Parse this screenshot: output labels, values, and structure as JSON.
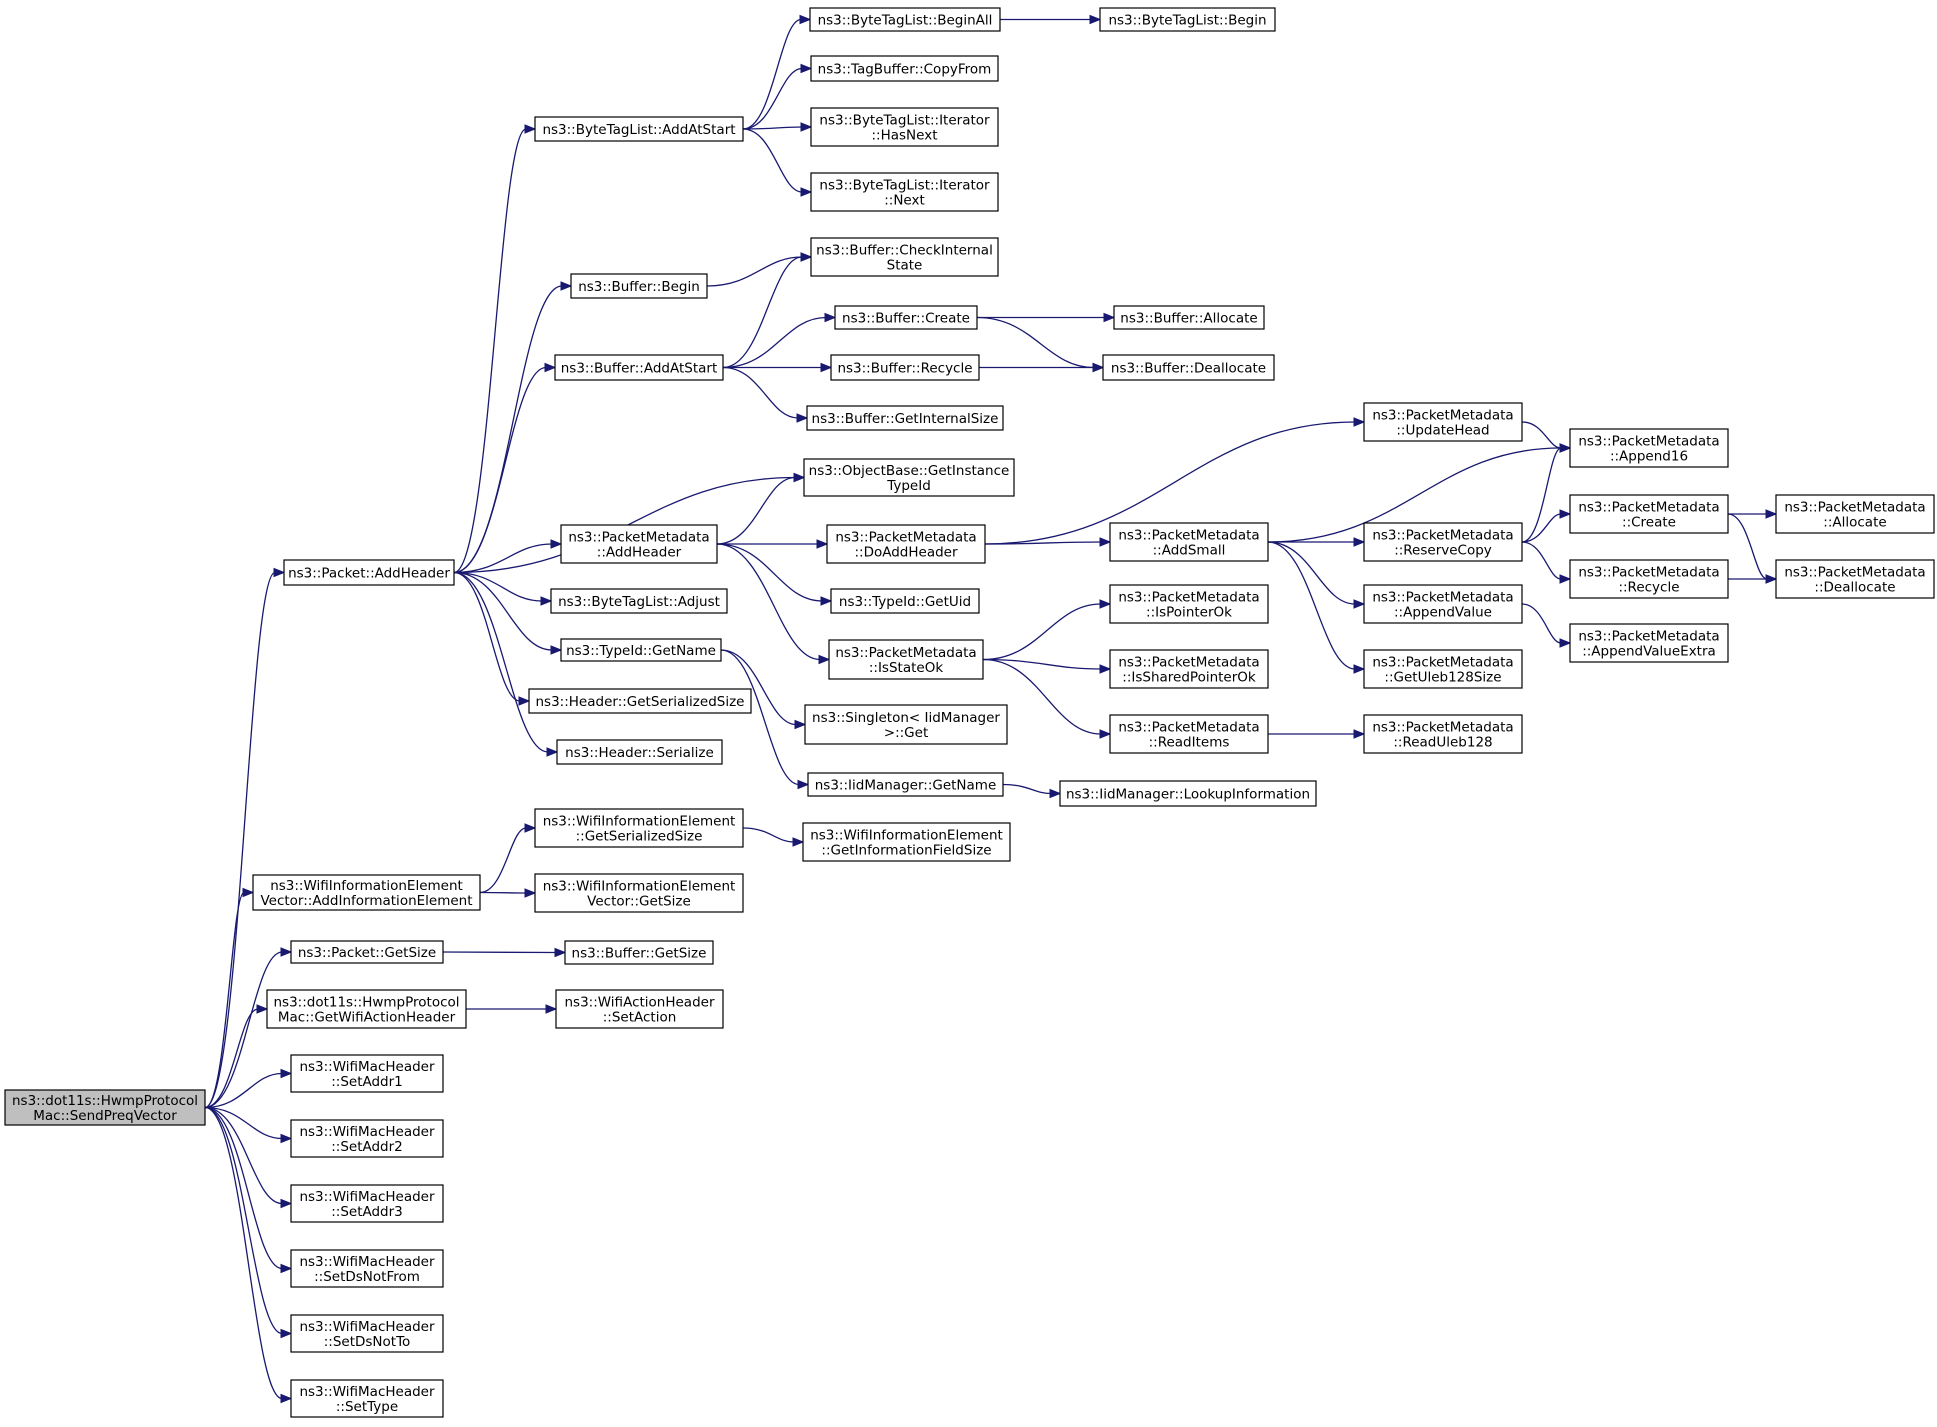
{
  "colors": {
    "edge": "#191970",
    "root_fill": "#bfbfbf",
    "node_fill": "#ffffff",
    "border": "#000000"
  },
  "nodes": [
    {
      "id": "root",
      "lines": [
        "ns3::dot11s::HwmpProtocol",
        "Mac::SendPreqVector"
      ],
      "root": true
    },
    {
      "id": "addheader",
      "lines": [
        "ns3::Packet::AddHeader"
      ]
    },
    {
      "id": "addie",
      "lines": [
        "ns3::WifiInformationElement",
        "Vector::AddInformationElement"
      ]
    },
    {
      "id": "pktgetsize",
      "lines": [
        "ns3::Packet::GetSize"
      ]
    },
    {
      "id": "getwifiaction",
      "lines": [
        "ns3::dot11s::HwmpProtocol",
        "Mac::GetWifiActionHeader"
      ]
    },
    {
      "id": "addr1",
      "lines": [
        "ns3::WifiMacHeader",
        "::SetAddr1"
      ]
    },
    {
      "id": "addr2",
      "lines": [
        "ns3::WifiMacHeader",
        "::SetAddr2"
      ]
    },
    {
      "id": "addr3",
      "lines": [
        "ns3::WifiMacHeader",
        "::SetAddr3"
      ]
    },
    {
      "id": "dsnotfrom",
      "lines": [
        "ns3::WifiMacHeader",
        "::SetDsNotFrom"
      ]
    },
    {
      "id": "dsnotto",
      "lines": [
        "ns3::WifiMacHeader",
        "::SetDsNotTo"
      ]
    },
    {
      "id": "settype",
      "lines": [
        "ns3::WifiMacHeader",
        "::SetType"
      ]
    },
    {
      "id": "btl_addatstart",
      "lines": [
        "ns3::ByteTagList::AddAtStart"
      ]
    },
    {
      "id": "buf_begin",
      "lines": [
        "ns3::Buffer::Begin"
      ]
    },
    {
      "id": "buf_addatstart",
      "lines": [
        "ns3::Buffer::AddAtStart"
      ]
    },
    {
      "id": "pm_addheader",
      "lines": [
        "ns3::PacketMetadata",
        "::AddHeader"
      ]
    },
    {
      "id": "btl_adjust",
      "lines": [
        "ns3::ByteTagList::Adjust"
      ]
    },
    {
      "id": "typeid_getname",
      "lines": [
        "ns3::TypeId::GetName"
      ]
    },
    {
      "id": "hdr_getsersize",
      "lines": [
        "ns3::Header::GetSerializedSize"
      ]
    },
    {
      "id": "hdr_serialize",
      "lines": [
        "ns3::Header::Serialize"
      ]
    },
    {
      "id": "wie_getsersize",
      "lines": [
        "ns3::WifiInformationElement",
        "::GetSerializedSize"
      ]
    },
    {
      "id": "wiev_getsize",
      "lines": [
        "ns3::WifiInformationElement",
        "Vector::GetSize"
      ]
    },
    {
      "id": "buf_getsize",
      "lines": [
        "ns3::Buffer::GetSize"
      ]
    },
    {
      "id": "wah_setaction",
      "lines": [
        "ns3::WifiActionHeader",
        "::SetAction"
      ]
    },
    {
      "id": "btl_beginall",
      "lines": [
        "ns3::ByteTagList::BeginAll"
      ]
    },
    {
      "id": "tagbuf_copyfrom",
      "lines": [
        "ns3::TagBuffer::CopyFrom"
      ]
    },
    {
      "id": "btl_it_hasnext",
      "lines": [
        "ns3::ByteTagList::Iterator",
        "::HasNext"
      ]
    },
    {
      "id": "btl_it_next",
      "lines": [
        "ns3::ByteTagList::Iterator",
        "::Next"
      ]
    },
    {
      "id": "buf_checkinternal",
      "lines": [
        "ns3::Buffer::CheckInternal",
        "State"
      ]
    },
    {
      "id": "buf_create",
      "lines": [
        "ns3::Buffer::Create"
      ]
    },
    {
      "id": "buf_recycle",
      "lines": [
        "ns3::Buffer::Recycle"
      ]
    },
    {
      "id": "buf_getinternalsize",
      "lines": [
        "ns3::Buffer::GetInternalSize"
      ]
    },
    {
      "id": "ob_getinstancetypeid",
      "lines": [
        "ns3::ObjectBase::GetInstance",
        "TypeId"
      ]
    },
    {
      "id": "pm_doaddheader",
      "lines": [
        "ns3::PacketMetadata",
        "::DoAddHeader"
      ]
    },
    {
      "id": "typeid_getuid",
      "lines": [
        "ns3::TypeId::GetUid"
      ]
    },
    {
      "id": "pm_isstateok",
      "lines": [
        "ns3::PacketMetadata",
        "::IsStateOk"
      ]
    },
    {
      "id": "singleton_get",
      "lines": [
        "ns3::Singleton< IidManager",
        " >::Get"
      ]
    },
    {
      "id": "iid_getname",
      "lines": [
        "ns3::IidManager::GetName"
      ]
    },
    {
      "id": "wie_getinfofieldsize",
      "lines": [
        "ns3::WifiInformationElement",
        "::GetInformationFieldSize"
      ]
    },
    {
      "id": "btl_begin",
      "lines": [
        "ns3::ByteTagList::Begin"
      ]
    },
    {
      "id": "buf_allocate",
      "lines": [
        "ns3::Buffer::Allocate"
      ]
    },
    {
      "id": "buf_deallocate",
      "lines": [
        "ns3::Buffer::Deallocate"
      ]
    },
    {
      "id": "pm_updatehead",
      "lines": [
        "ns3::PacketMetadata",
        "::UpdateHead"
      ]
    },
    {
      "id": "pm_addsmall",
      "lines": [
        "ns3::PacketMetadata",
        "::AddSmall"
      ]
    },
    {
      "id": "pm_ispointerok",
      "lines": [
        "ns3::PacketMetadata",
        "::IsPointerOk"
      ]
    },
    {
      "id": "pm_issharedpointerok",
      "lines": [
        "ns3::PacketMetadata",
        "::IsSharedPointerOk"
      ]
    },
    {
      "id": "pm_readitems",
      "lines": [
        "ns3::PacketMetadata",
        "::ReadItems"
      ]
    },
    {
      "id": "iid_lookupinfo",
      "lines": [
        "ns3::IidManager::LookupInformation"
      ]
    },
    {
      "id": "pm_reservecopy",
      "lines": [
        "ns3::PacketMetadata",
        "::ReserveCopy"
      ]
    },
    {
      "id": "pm_appendvalue",
      "lines": [
        "ns3::PacketMetadata",
        "::AppendValue"
      ]
    },
    {
      "id": "pm_getuleb128size",
      "lines": [
        "ns3::PacketMetadata",
        "::GetUleb128Size"
      ]
    },
    {
      "id": "pm_readuleb128",
      "lines": [
        "ns3::PacketMetadata",
        "::ReadUleb128"
      ]
    },
    {
      "id": "pm_append16",
      "lines": [
        "ns3::PacketMetadata",
        "::Append16"
      ]
    },
    {
      "id": "pm_create",
      "lines": [
        "ns3::PacketMetadata",
        "::Create"
      ]
    },
    {
      "id": "pm_recycle",
      "lines": [
        "ns3::PacketMetadata",
        "::Recycle"
      ]
    },
    {
      "id": "pm_appendvalueextra",
      "lines": [
        "ns3::PacketMetadata",
        "::AppendValueExtra"
      ]
    },
    {
      "id": "pm_allocate",
      "lines": [
        "ns3::PacketMetadata",
        "::Allocate"
      ]
    },
    {
      "id": "pm_deallocate",
      "lines": [
        "ns3::PacketMetadata",
        "::Deallocate"
      ]
    }
  ],
  "edges": [
    [
      "root",
      "addheader"
    ],
    [
      "root",
      "addie"
    ],
    [
      "root",
      "pktgetsize"
    ],
    [
      "root",
      "getwifiaction"
    ],
    [
      "root",
      "addr1"
    ],
    [
      "root",
      "addr2"
    ],
    [
      "root",
      "addr3"
    ],
    [
      "root",
      "dsnotfrom"
    ],
    [
      "root",
      "dsnotto"
    ],
    [
      "root",
      "settype"
    ],
    [
      "addheader",
      "btl_addatstart"
    ],
    [
      "addheader",
      "buf_begin"
    ],
    [
      "addheader",
      "buf_addatstart"
    ],
    [
      "addheader",
      "ob_getinstancetypeid"
    ],
    [
      "addheader",
      "pm_addheader"
    ],
    [
      "addheader",
      "btl_adjust"
    ],
    [
      "addheader",
      "typeid_getname"
    ],
    [
      "addheader",
      "hdr_getsersize"
    ],
    [
      "addheader",
      "hdr_serialize"
    ],
    [
      "addie",
      "wie_getsersize"
    ],
    [
      "addie",
      "wiev_getsize"
    ],
    [
      "pktgetsize",
      "buf_getsize"
    ],
    [
      "getwifiaction",
      "wah_setaction"
    ],
    [
      "btl_addatstart",
      "btl_beginall"
    ],
    [
      "btl_addatstart",
      "tagbuf_copyfrom"
    ],
    [
      "btl_addatstart",
      "btl_it_hasnext"
    ],
    [
      "btl_addatstart",
      "btl_it_next"
    ],
    [
      "btl_beginall",
      "btl_begin"
    ],
    [
      "buf_begin",
      "buf_checkinternal"
    ],
    [
      "buf_addatstart",
      "buf_checkinternal"
    ],
    [
      "buf_addatstart",
      "buf_create"
    ],
    [
      "buf_addatstart",
      "buf_recycle"
    ],
    [
      "buf_addatstart",
      "buf_getinternalsize"
    ],
    [
      "buf_create",
      "buf_allocate"
    ],
    [
      "buf_create",
      "buf_deallocate"
    ],
    [
      "buf_recycle",
      "buf_deallocate"
    ],
    [
      "pm_addheader",
      "ob_getinstancetypeid"
    ],
    [
      "pm_addheader",
      "pm_doaddheader"
    ],
    [
      "pm_addheader",
      "typeid_getuid"
    ],
    [
      "pm_addheader",
      "pm_isstateok"
    ],
    [
      "typeid_getname",
      "singleton_get"
    ],
    [
      "typeid_getname",
      "iid_getname"
    ],
    [
      "iid_getname",
      "iid_lookupinfo"
    ],
    [
      "wie_getsersize",
      "wie_getinfofieldsize"
    ],
    [
      "pm_doaddheader",
      "pm_updatehead"
    ],
    [
      "pm_doaddheader",
      "pm_addsmall"
    ],
    [
      "pm_isstateok",
      "pm_ispointerok"
    ],
    [
      "pm_isstateok",
      "pm_issharedpointerok"
    ],
    [
      "pm_isstateok",
      "pm_readitems"
    ],
    [
      "pm_updatehead",
      "pm_append16"
    ],
    [
      "pm_addsmall",
      "pm_append16"
    ],
    [
      "pm_addsmall",
      "pm_reservecopy"
    ],
    [
      "pm_addsmall",
      "pm_appendvalue"
    ],
    [
      "pm_addsmall",
      "pm_getuleb128size"
    ],
    [
      "pm_readitems",
      "pm_readuleb128"
    ],
    [
      "pm_reservecopy",
      "pm_append16"
    ],
    [
      "pm_reservecopy",
      "pm_create"
    ],
    [
      "pm_reservecopy",
      "pm_recycle"
    ],
    [
      "pm_appendvalue",
      "pm_appendvalueextra"
    ],
    [
      "pm_create",
      "pm_allocate"
    ],
    [
      "pm_create",
      "pm_deallocate"
    ],
    [
      "pm_recycle",
      "pm_deallocate"
    ]
  ]
}
